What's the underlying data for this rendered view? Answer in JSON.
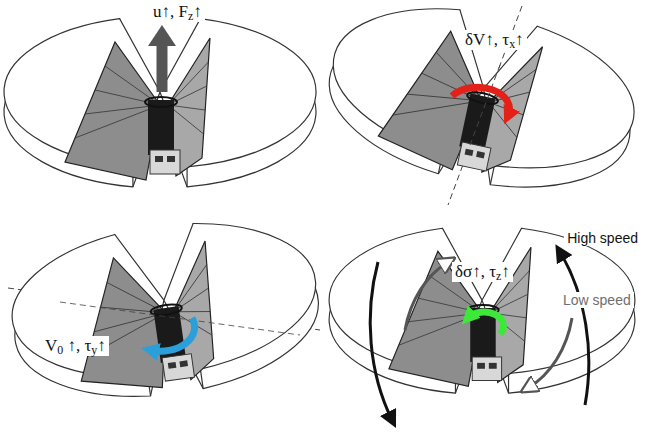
{
  "diagram": {
    "labels": [
      "u↑, Fz↑",
      "δV↑, τx↑",
      "V0 ↑, τy↑",
      "δσ↑, τz↑",
      "High speed",
      "Low speed"
    ]
  }
}
